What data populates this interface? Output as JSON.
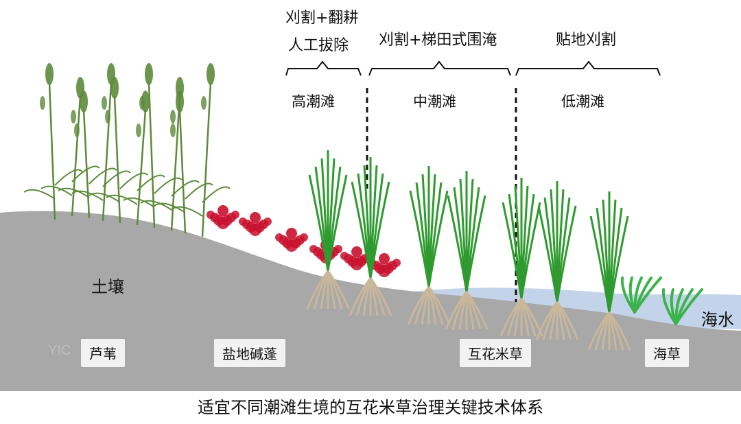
{
  "methods": {
    "high_line1": "刈割+翻耕",
    "high_line2": "人工拔除",
    "mid": "刈割+梯田式围淹",
    "low": "贴地刈割"
  },
  "zones": {
    "high": "高潮滩",
    "mid": "中潮滩",
    "low": "低潮滩"
  },
  "labels": {
    "soil": "土壤",
    "sea": "海水"
  },
  "plants": {
    "reed": "芦苇",
    "suaeda": "盐地碱蓬",
    "spartina": "互花米草",
    "seagrass": "海草"
  },
  "caption": "适宜不同潮滩生境的互花米草治理关键技术体系",
  "watermark": "YIC",
  "colors": {
    "ground": "#a9a8a8",
    "water": "#c3d4ea",
    "reed": "#5c8a3a",
    "spartina": "#2f9a2f",
    "suaeda": "#c8102e",
    "seagrass": "#3cb34a",
    "roots": "#c9b79a"
  }
}
